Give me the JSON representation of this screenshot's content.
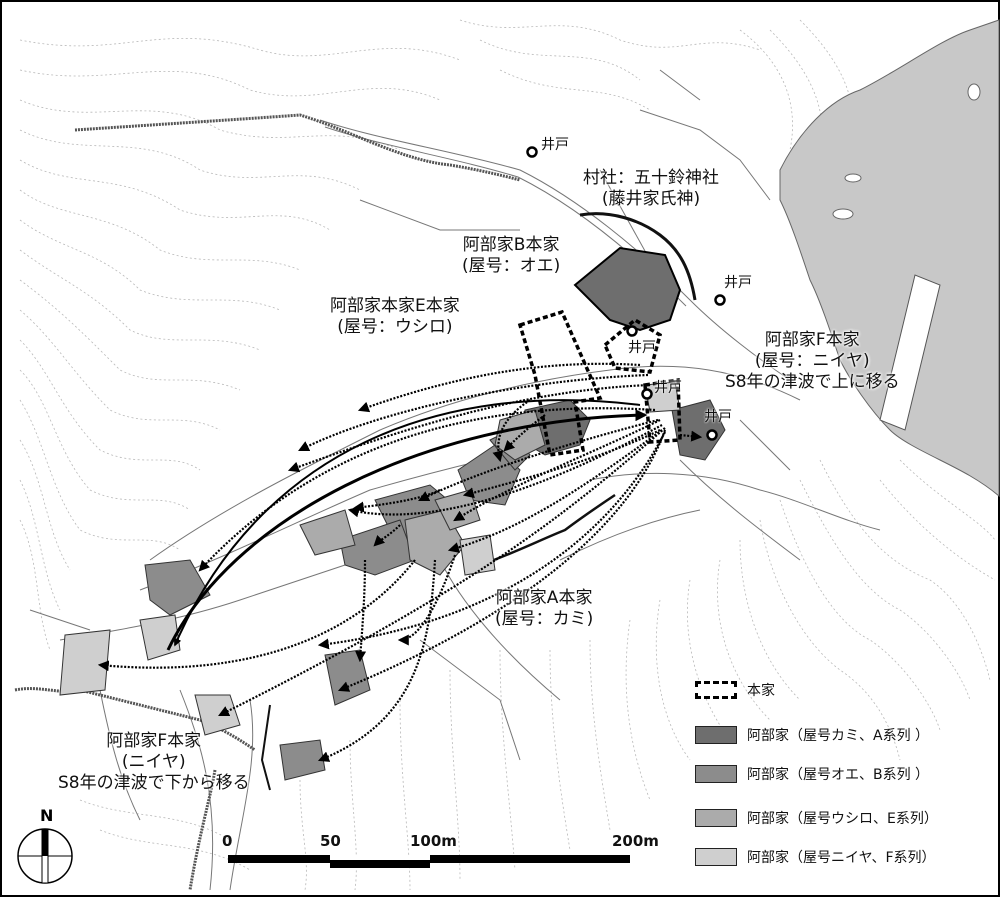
{
  "labels": {
    "shrine_line1": "村社：五十鈴神社",
    "shrine_line2": "(藤井家氏神)",
    "b_main_line1": "阿部家B本家",
    "b_main_line2": "(屋号：オエ)",
    "e_main_line1": "阿部家本家E本家",
    "e_main_line2": "(屋号：ウシロ)",
    "f_main_upper_line1": "阿部家F本家",
    "f_main_upper_line2": "(屋号：ニイヤ)",
    "f_main_upper_line3": "S8年の津波で上に移る",
    "a_main_line1": "阿部家A本家",
    "a_main_line2": "(屋号：カミ)",
    "f_main_lower_line1": "阿部家F本家",
    "f_main_lower_line2": "(ニイヤ)",
    "f_main_lower_line3": "S8年の津波で下から移る"
  },
  "wells": [
    "井戸",
    "井戸",
    "井戸",
    "井戸",
    "井戸"
  ],
  "legend": {
    "items": [
      {
        "label": "本家",
        "style": "dashed-outline"
      },
      {
        "label": "阿部家（屋号カミ、A系列 ）",
        "color": "#6e6e6e"
      },
      {
        "label": "阿部家（屋号オエ、B系列 ）",
        "color": "#8c8c8c"
      },
      {
        "label": "阿部家（屋号ウシロ、E系列）",
        "color": "#ababab"
      },
      {
        "label": "阿部家（屋号ニイヤ、F系列）",
        "color": "#cfcfcf"
      }
    ]
  },
  "scale": {
    "ticks": [
      "0",
      "50",
      "100m",
      "200m"
    ]
  },
  "north": "N",
  "colors": {
    "series_a": "#6e6e6e",
    "series_b": "#8c8c8c",
    "series_e": "#ababab",
    "series_f": "#cfcfcf",
    "sea": "#c8c8c8",
    "contour": "#b5b5b5"
  },
  "icons": {
    "well": "well-circle-icon",
    "north": "north-arrow-icon"
  }
}
